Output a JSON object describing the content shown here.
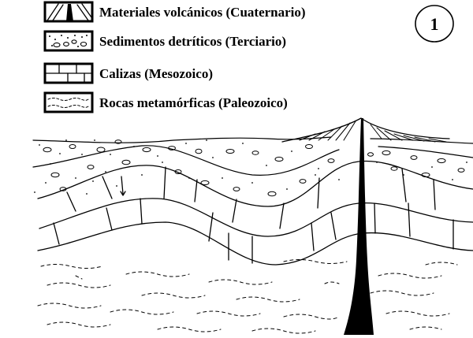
{
  "legend": [
    {
      "pattern": "volcanic-hatch",
      "label": "Materiales volcánicos (Cuaternario)"
    },
    {
      "pattern": "dotted-pebbles",
      "label": "Sedimentos detríticos (Terciario)"
    },
    {
      "pattern": "brick-blocks",
      "label": "Calizas (Mesozoico)"
    },
    {
      "pattern": "dashed-waves",
      "label": "Rocas metamórficas (Paleozoico)"
    }
  ],
  "figure_number": "1",
  "colors": {
    "ink": "#000000",
    "background": "#ffffff"
  }
}
